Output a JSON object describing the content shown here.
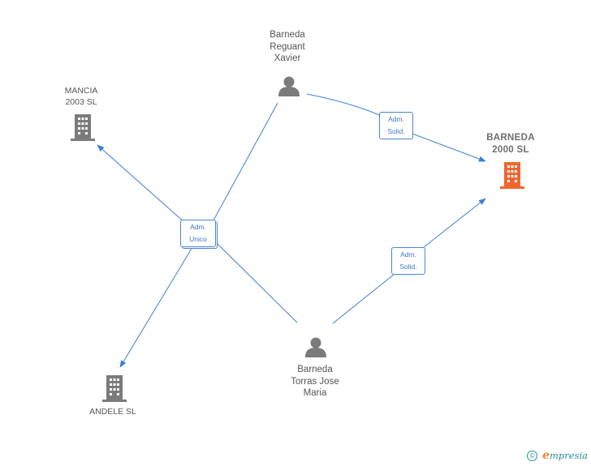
{
  "colors": {
    "edge": "#3d7fd6",
    "person": "#7b7b7b",
    "company": "#7b7b7b",
    "focus_company": "#f26530"
  },
  "nodes": {
    "reguant": {
      "type": "person",
      "icon": "person-icon",
      "lines": [
        "Barneda",
        "Reguant",
        "Xavier"
      ]
    },
    "torras": {
      "type": "person",
      "icon": "person-icon",
      "lines": [
        "Barneda",
        "Torras Jose",
        "Maria"
      ]
    },
    "mancia": {
      "type": "company",
      "icon": "building-icon",
      "lines": [
        "MANCIA",
        "2003 SL"
      ]
    },
    "barneda2000": {
      "type": "company",
      "icon": "building-icon",
      "focus": true,
      "lines": [
        "BARNEDA",
        "2000 SL"
      ]
    },
    "andele": {
      "type": "company",
      "icon": "building-icon",
      "lines": [
        "ANDELE SL"
      ]
    }
  },
  "relations": {
    "adm_unico": {
      "lines": [
        "Adm.",
        "Unico"
      ]
    },
    "adm_solid_top": {
      "lines": [
        "Adm.",
        "Solid."
      ]
    },
    "adm_solid_bottom": {
      "lines": [
        "Adm.",
        "Solid."
      ]
    }
  },
  "watermark": {
    "symbol": "©",
    "brand_initial": "e",
    "brand_rest": "mpresia"
  }
}
